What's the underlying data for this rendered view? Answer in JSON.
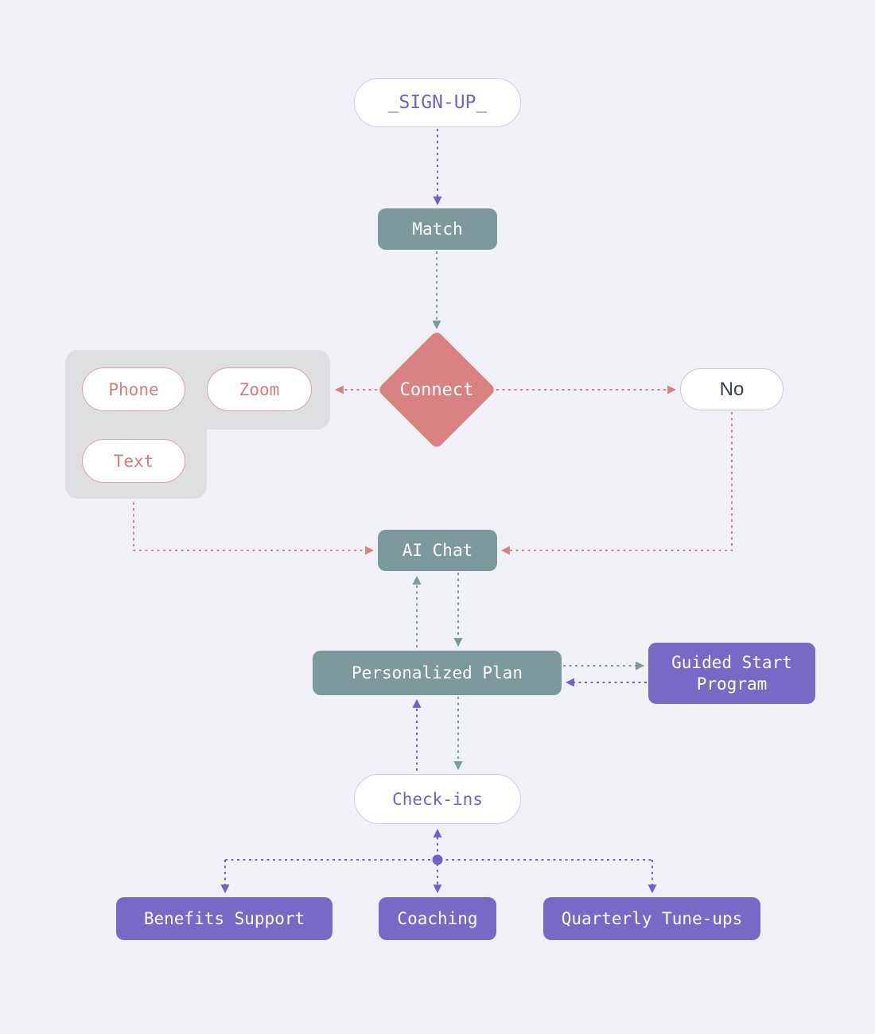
{
  "colors": {
    "bg": "#F0F1F6",
    "teal": "#7C9A9B",
    "purple_node": "#7769C6",
    "purple_edge": "#6F63C5",
    "red": "#D98282",
    "red_text": "#D07E7E",
    "gray": "#DEDFE1",
    "pill_border_purple": "#CFC9EE",
    "pill_border_red": "#DEA3A3",
    "pill_border_gray": "#C9CCD6",
    "text_dark": "#3A404E"
  },
  "nodes": {
    "signup": {
      "label": "_SIGN-UP_",
      "shape": "pill",
      "color": "white"
    },
    "match": {
      "label": "Match",
      "shape": "box",
      "color": "teal"
    },
    "connect": {
      "label": "Connect",
      "shape": "diamond",
      "color": "red"
    },
    "phone": {
      "label": "Phone",
      "shape": "pill",
      "color": "white-red"
    },
    "zoom": {
      "label": "Zoom",
      "shape": "pill",
      "color": "white-red"
    },
    "text": {
      "label": "Text",
      "shape": "pill",
      "color": "white-red"
    },
    "no": {
      "label": "No",
      "shape": "pill",
      "color": "white-gray"
    },
    "ai_chat": {
      "label": "AI Chat",
      "shape": "box",
      "color": "teal"
    },
    "personalized_plan": {
      "label": "Personalized Plan",
      "shape": "box",
      "color": "teal"
    },
    "guided_start": {
      "label": "Guided Start Program",
      "shape": "box",
      "color": "purple"
    },
    "check_ins": {
      "label": "Check-ins",
      "shape": "pill",
      "color": "white"
    },
    "benefits_support": {
      "label": "Benefits Support",
      "shape": "box",
      "color": "purple"
    },
    "coaching": {
      "label": "Coaching",
      "shape": "box",
      "color": "purple"
    },
    "quarterly_tuneups": {
      "label": "Quarterly Tune-ups",
      "shape": "box",
      "color": "purple"
    }
  },
  "edges": [
    {
      "from": "signup",
      "to": "match",
      "color": "purple",
      "style": "dotted"
    },
    {
      "from": "match",
      "to": "connect",
      "color": "teal",
      "style": "dotted"
    },
    {
      "from": "connect",
      "to": "channels-group",
      "color": "red",
      "style": "dotted"
    },
    {
      "from": "connect",
      "to": "no",
      "color": "red",
      "style": "dotted"
    },
    {
      "from": "text",
      "to": "ai_chat",
      "color": "red",
      "style": "dotted"
    },
    {
      "from": "no",
      "to": "ai_chat",
      "color": "red",
      "style": "dotted"
    },
    {
      "from": "personalized_plan",
      "to": "ai_chat",
      "color": "teal",
      "style": "dotted"
    },
    {
      "from": "ai_chat",
      "to": "personalized_plan",
      "color": "teal",
      "style": "dotted"
    },
    {
      "from": "personalized_plan",
      "to": "guided_start",
      "color": "teal",
      "style": "dotted"
    },
    {
      "from": "guided_start",
      "to": "personalized_plan",
      "color": "purple",
      "style": "dotted"
    },
    {
      "from": "check_ins",
      "to": "personalized_plan",
      "color": "purple",
      "style": "dotted"
    },
    {
      "from": "personalized_plan",
      "to": "check_ins",
      "color": "teal",
      "style": "dotted"
    },
    {
      "from": "junction",
      "to": "check_ins",
      "color": "purple",
      "style": "dotted"
    },
    {
      "from": "junction",
      "to": "benefits_support",
      "color": "purple",
      "style": "dotted"
    },
    {
      "from": "junction",
      "to": "coaching",
      "color": "purple",
      "style": "dotted"
    },
    {
      "from": "junction",
      "to": "quarterly_tuneups",
      "color": "purple",
      "style": "dotted"
    }
  ]
}
